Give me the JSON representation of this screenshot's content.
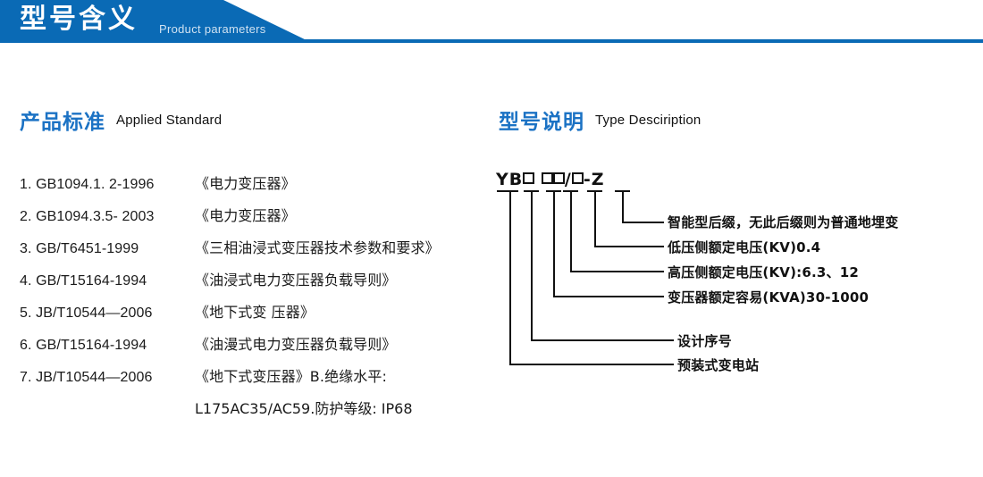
{
  "header": {
    "title_cn": "型号含义",
    "title_en": "Product parameters",
    "accent_color": "#0a6ab5"
  },
  "sections": {
    "left": {
      "title_cn": "产品标准",
      "title_en": "Applied Standard"
    },
    "right": {
      "title_cn": "型号说明",
      "title_en": "Type Desciription"
    }
  },
  "standards": [
    {
      "index": "1.",
      "code": "GB1094.1. 2-1996",
      "name": "《电力变压器》"
    },
    {
      "index": "2.",
      "code": "GB1094.3.5- 2003",
      "name": "《电力变压器》"
    },
    {
      "index": "3.",
      "code": "GB/T6451-1999",
      "name": "《三相油浸式变压器技术参数和要求》"
    },
    {
      "index": "4.",
      "code": "GB/T15164-1994",
      "name": "《油浸式电力变压器负载导则》"
    },
    {
      "index": "5.",
      "code": "JB/T10544—2006",
      "name": "《地下式变 压器》"
    },
    {
      "index": "6.",
      "code": "GB/T15164-1994",
      "name": "《油漫式电力变压器负载导则》"
    },
    {
      "index": "7.",
      "code": "JB/T10544—2006",
      "name": "《地下式变压器》B.绝缘水平:"
    }
  ],
  "standards_continuation": "L175AC35/AC59.防护等级: IP68",
  "type_diagram": {
    "code_tokens": [
      "YB",
      "□",
      "□",
      "□",
      "/",
      "□",
      "-",
      "Z"
    ],
    "code_display": "YB □ □□/□ - Z",
    "labels": [
      "智能型后缀，无此后缀则为普通地埋变",
      "低压侧额定电压(KV)0.4",
      "高压侧额定电压(KV):6.3、12",
      "变压器额定容易(KVA)30-1000",
      "设计序号",
      "预装式变电站"
    ]
  }
}
